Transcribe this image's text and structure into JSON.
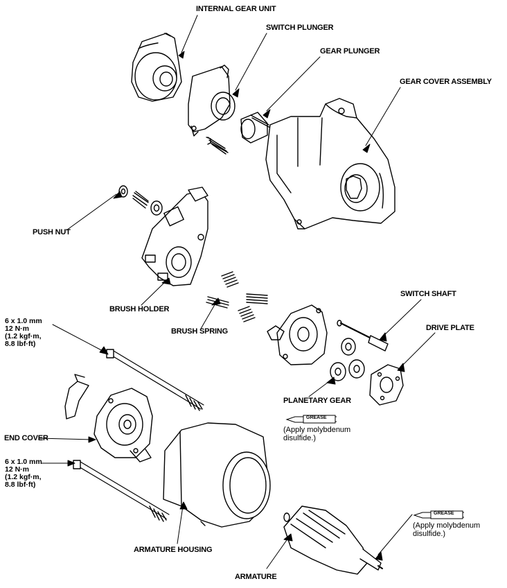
{
  "labels": {
    "internal_gear_unit": "INTERNAL GEAR UNIT",
    "switch_plunger": "SWITCH PLUNGER",
    "gear_plunger": "GEAR PLUNGER",
    "gear_cover_assembly": "GEAR COVER ASSEMBLY",
    "push_nut": "PUSH NUT",
    "brush_holder": "BRUSH HOLDER",
    "brush_spring": "BRUSH SPRING",
    "switch_shaft": "SWITCH SHAFT",
    "drive_plate": "DRIVE PLATE",
    "planetary_gear": "PLANETARY GEAR",
    "end_cover": "END COVER",
    "armature_housing": "ARMATURE HOUSING",
    "armature": "ARMATURE"
  },
  "bolt_spec_upper": [
    "6 x 1.0 mm",
    "12 N·m",
    "(1.2 kgf·m,",
    "8.8 lbf·ft)"
  ],
  "bolt_spec_lower": [
    "6 x 1.0 mm",
    "12 N·m",
    "(1.2 kgf·m,",
    "8.8 lbf·ft)"
  ],
  "grease_tag": "GREASE",
  "grease_note_planetary": [
    "(Apply molybdenum",
    "disulfide.)"
  ],
  "grease_note_armature": [
    "(Apply molybdenum",
    "disulfide.)"
  ]
}
